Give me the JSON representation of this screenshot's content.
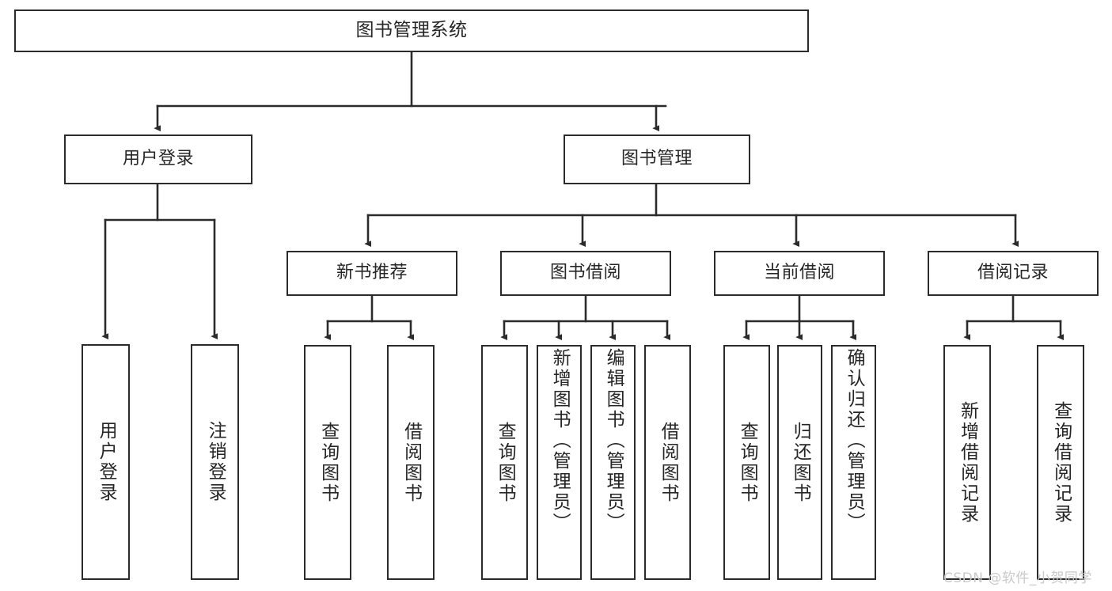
{
  "diagram": {
    "title": "图书管理系统",
    "type": "hierarchy-tree",
    "watermark": "CSDN @软件_小贺同学",
    "colors": {
      "stroke": "#2b2b2b",
      "box_fill": "#ffffff",
      "text": "#262626",
      "background": "#ffffff",
      "watermark": "#c9c9c9"
    },
    "nodes": {
      "root": {
        "label": "图书管理系统",
        "level": 1,
        "orientation": "horizontal"
      },
      "l2": [
        {
          "id": "user-login",
          "label": "用户登录",
          "level": 2,
          "orientation": "horizontal"
        },
        {
          "id": "book-manage",
          "label": "图书管理",
          "level": 2,
          "orientation": "horizontal"
        }
      ],
      "l3": [
        {
          "id": "new-book-recommend",
          "label": "新书推荐",
          "level": 3,
          "orientation": "horizontal"
        },
        {
          "id": "book-borrow",
          "label": "图书借阅",
          "level": 3,
          "orientation": "horizontal"
        },
        {
          "id": "current-borrow",
          "label": "当前借阅",
          "level": 3,
          "orientation": "horizontal"
        },
        {
          "id": "borrow-record",
          "label": "借阅记录",
          "level": 3,
          "orientation": "horizontal"
        }
      ],
      "leaves": [
        {
          "id": "leaf-user-login",
          "label": "用户登录",
          "parent": "user-login",
          "orientation": "vertical"
        },
        {
          "id": "leaf-user-logout",
          "label": "注销登录",
          "parent": "user-login",
          "orientation": "vertical"
        },
        {
          "id": "leaf-query-book-1",
          "label": "查询图书",
          "parent": "new-book-recommend",
          "orientation": "vertical"
        },
        {
          "id": "leaf-borrow-book-1",
          "label": "借阅图书",
          "parent": "new-book-recommend",
          "orientation": "vertical"
        },
        {
          "id": "leaf-query-book-2",
          "label": "查询图书",
          "parent": "book-borrow",
          "orientation": "vertical"
        },
        {
          "id": "leaf-add-book",
          "label": "新增图书（管理员）",
          "parent": "book-borrow",
          "orientation": "vertical"
        },
        {
          "id": "leaf-edit-book",
          "label": "编辑图书（管理员）",
          "parent": "book-borrow",
          "orientation": "vertical"
        },
        {
          "id": "leaf-borrow-book-2",
          "label": "借阅图书",
          "parent": "book-borrow",
          "orientation": "vertical"
        },
        {
          "id": "leaf-query-book-3",
          "label": "查询图书",
          "parent": "current-borrow",
          "orientation": "vertical"
        },
        {
          "id": "leaf-return-book",
          "label": "归还图书",
          "parent": "current-borrow",
          "orientation": "vertical"
        },
        {
          "id": "leaf-confirm-return",
          "label": "确认归还（管理员）",
          "parent": "current-borrow",
          "orientation": "vertical"
        },
        {
          "id": "leaf-add-record",
          "label": "新增借阅记录",
          "parent": "borrow-record",
          "orientation": "vertical"
        },
        {
          "id": "leaf-query-record",
          "label": "查询借阅记录",
          "parent": "borrow-record",
          "orientation": "vertical"
        }
      ]
    }
  }
}
